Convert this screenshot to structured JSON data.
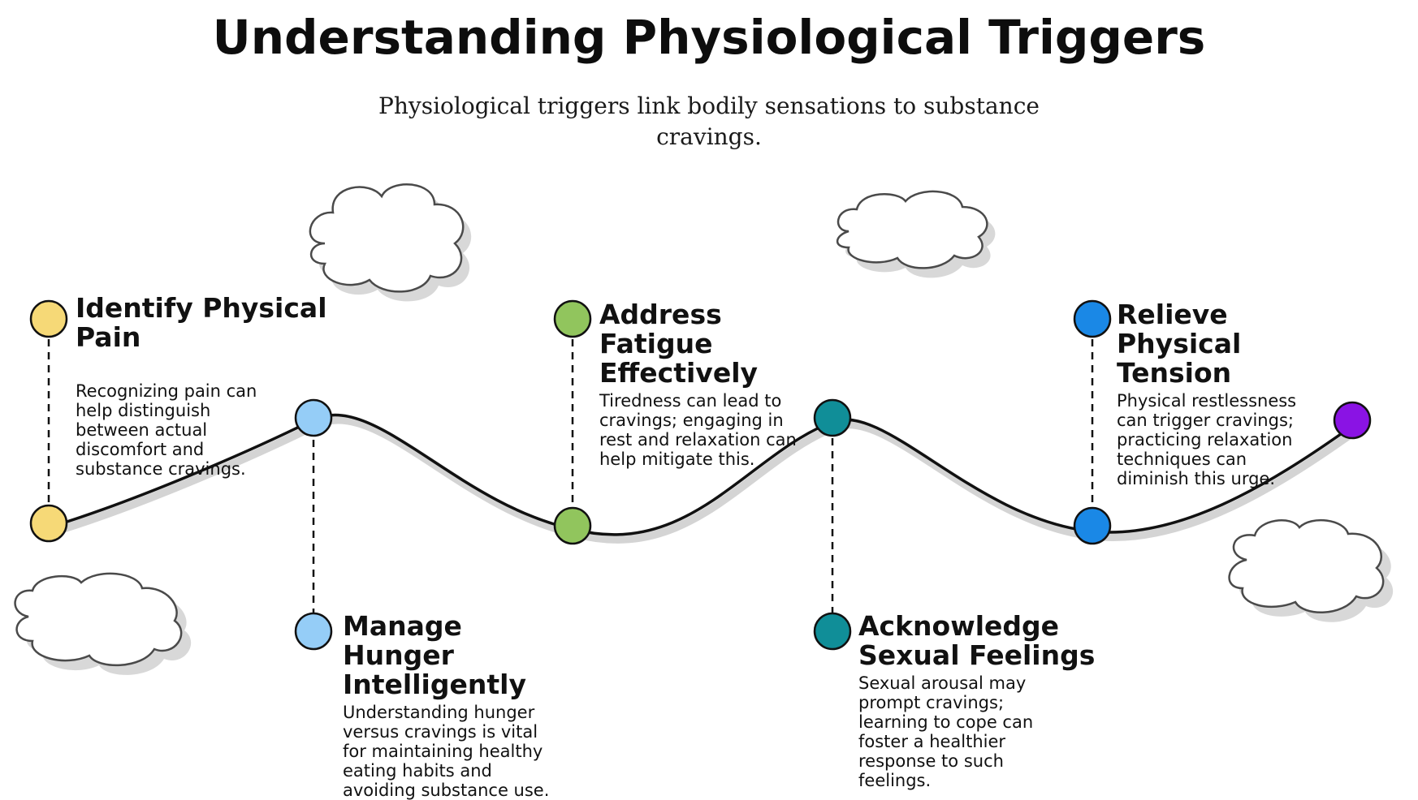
{
  "title": "Understanding Physiological Triggers",
  "subtitle": "Physiological triggers link bodily sensations to substance cravings.",
  "steps": [
    {
      "title": "Identify Physical Pain",
      "description": "Recognizing pain can help distinguish between actual discomfort and substance cravings.",
      "color": "#f6d977"
    },
    {
      "title": "Manage Hunger Intelligently",
      "description": "Understanding hunger versus cravings is vital for maintaining healthy eating habits and avoiding substance use.",
      "color": "#95cdf7"
    },
    {
      "title": "Address Fatigue Effectively",
      "description": "Tiredness can lead to cravings; engaging in rest and relaxation can help mitigate this.",
      "color": "#91c55d"
    },
    {
      "title": "Acknowledge Sexual Feelings",
      "description": "Sexual arousal may prompt cravings; learning to cope can foster a healthier response to such feelings.",
      "color": "#108e98"
    },
    {
      "title": "Relieve Physical Tension",
      "description": "Physical restlessness can trigger cravings; practicing relaxation techniques can diminish this urge.",
      "color": "#1a88e6"
    }
  ],
  "end_marker_color": "#8a13e4"
}
